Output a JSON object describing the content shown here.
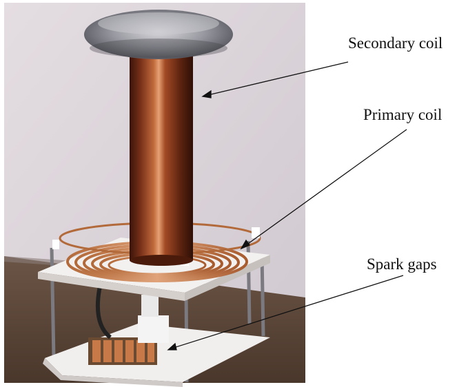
{
  "labels": {
    "secondary_coil": "Secondary coil",
    "primary_coil": "Primary coil",
    "spark_gaps": "Spark gaps"
  },
  "colors": {
    "background": "#ffffff",
    "wall": "#d9d2d6",
    "floor": "#5a4536",
    "copper": "#8a3d1f",
    "label_text": "#111111"
  }
}
